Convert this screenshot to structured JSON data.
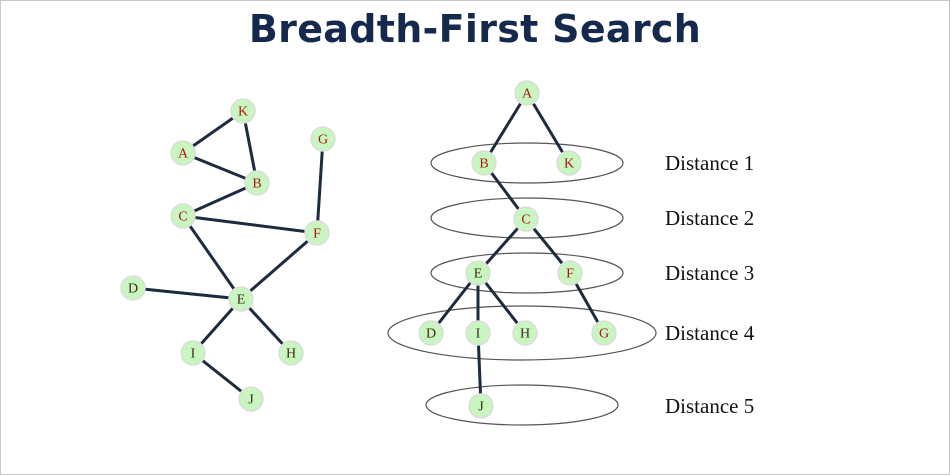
{
  "title": "Breadth-First Search",
  "graph": {
    "nodes": [
      {
        "id": "K"
      },
      {
        "id": "A"
      },
      {
        "id": "B"
      },
      {
        "id": "G"
      },
      {
        "id": "C"
      },
      {
        "id": "F"
      },
      {
        "id": "D"
      },
      {
        "id": "E"
      },
      {
        "id": "I"
      },
      {
        "id": "H"
      },
      {
        "id": "J"
      }
    ],
    "edges": [
      [
        "A",
        "K"
      ],
      [
        "K",
        "B"
      ],
      [
        "A",
        "B"
      ],
      [
        "B",
        "C"
      ],
      [
        "C",
        "F"
      ],
      [
        "G",
        "F"
      ],
      [
        "C",
        "E"
      ],
      [
        "F",
        "E"
      ],
      [
        "D",
        "E"
      ],
      [
        "E",
        "I"
      ],
      [
        "E",
        "H"
      ],
      [
        "I",
        "J"
      ]
    ]
  },
  "bfs_tree": {
    "root": "A",
    "edges": [
      [
        "A",
        "B"
      ],
      [
        "A",
        "K"
      ],
      [
        "B",
        "C"
      ],
      [
        "C",
        "E"
      ],
      [
        "C",
        "F"
      ],
      [
        "E",
        "D"
      ],
      [
        "E",
        "I"
      ],
      [
        "E",
        "H"
      ],
      [
        "F",
        "G"
      ],
      [
        "I",
        "J"
      ]
    ],
    "levels": [
      {
        "label": "Distance 1",
        "nodes": [
          "B",
          "K"
        ]
      },
      {
        "label": "Distance 2",
        "nodes": [
          "C"
        ]
      },
      {
        "label": "Distance 3",
        "nodes": [
          "E",
          "F"
        ]
      },
      {
        "label": "Distance 4",
        "nodes": [
          "D",
          "I",
          "H",
          "G"
        ]
      },
      {
        "label": "Distance 5",
        "nodes": [
          "J"
        ]
      }
    ]
  },
  "colors": {
    "title": "#15294d",
    "node_fill": "#c8f5c0",
    "edge": "#1d2b3f",
    "label_red": "#b01515",
    "label_dark": "#3b2a14"
  }
}
